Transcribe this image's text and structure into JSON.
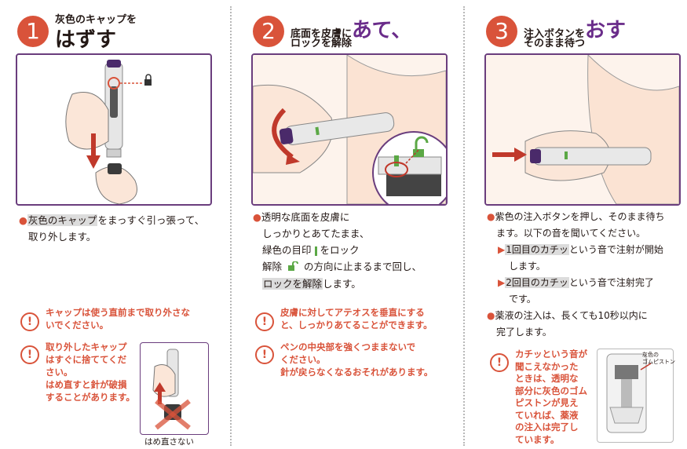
{
  "step1": {
    "num": "1",
    "title_small": "灰色のキャップを",
    "title_big": "はずす",
    "instruction": {
      "hl": "灰色のキャップ",
      "line1_rest": "をまっすぐ引っ張って、",
      "line2": "取り外します。"
    },
    "warn1": {
      "line1": "キャップは使う直前まで取り外さな",
      "line2": "いでください。"
    },
    "warn2": {
      "lines": [
        "取り外したキャップ",
        "はすぐに捨ててくだ",
        "さい。",
        "はめ直すと針が破損",
        "することがあります。"
      ]
    },
    "caption": "はめ直さない"
  },
  "step2": {
    "num": "2",
    "title_pre": "底面を皮膚に",
    "title_big": "あて、",
    "title_line2": "ロックを解除",
    "instruction": {
      "line1": "透明な底面を皮膚に",
      "line2": "しっかりとあてたまま、",
      "line3_pre": "緑色の目印",
      "line3_post": "をロック",
      "line4_pre": "解除",
      "line4_post": "の方向に止まるまで回し、",
      "line5_hl": "ロックを解除",
      "line5_post": "します。"
    },
    "warn1": {
      "line1": "皮膚に対してアテオスを垂直にする",
      "line2": "と、しっかりあてることができます。"
    },
    "warn2": {
      "line1": "ペンの中央部を強くつままないで",
      "line2": "ください。",
      "line3": "針が戻らなくなるおそれがあります。"
    }
  },
  "step3": {
    "num": "3",
    "title_pre": "注入ボタンを",
    "title_big": "おす",
    "title_line2": "そのまま待つ",
    "instruction": {
      "line1": "紫色の注入ボタンを押し、そのまま待ち",
      "line2": "ます。以下の音を聞いてください。",
      "sub1_hl": "1回目のカチッ",
      "sub1_post": "という音で注射が開始",
      "sub1_line2": "します。",
      "sub2_hl": "2回目のカチッ",
      "sub2_post": "という音で注射完了",
      "sub2_line2": "です。",
      "line3": "薬液の注入は、長くても10秒以内に",
      "line4": "完了します。"
    },
    "warn": {
      "lines": [
        "カチッという音が",
        "聞こえなかった",
        "ときは、透明な",
        "部分に灰色のゴム",
        "ピストンが見え",
        "ていれば、薬液",
        "の注入は完了し",
        "ています。"
      ]
    },
    "piston_label1": "灰色の",
    "piston_label2": "ゴムピストン"
  },
  "colors": {
    "accent": "#d9533a",
    "purple": "#6a2c8a",
    "green": "#5ba845"
  }
}
